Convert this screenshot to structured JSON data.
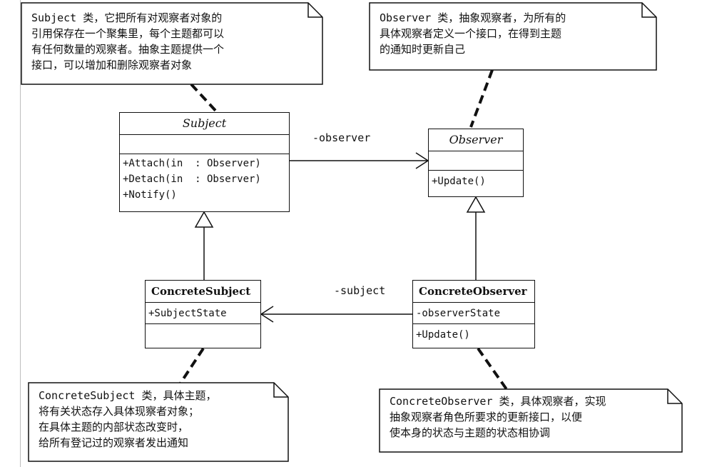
{
  "notes": {
    "subject_note": "Subject 类，它把所有对观察者对象的\n引用保存在一个聚集里，每个主题都可以\n有任何数量的观察者。抽象主题提供一个\n接口，可以增加和删除观察者对象",
    "observer_note": "Observer 类，抽象观察者，为所有的\n具体观察者定义一个接口，在得到主题\n的通知时更新自己",
    "concrete_subject_note": "ConcreteSubject 类，具体主题，\n将有关状态存入具体现察者对象；\n在具体主题的内部状态改变时，\n给所有登记过的观察者发出通知",
    "concrete_observer_note": "ConcreteObserver 类，具体观察者，实现\n抽象观察者角色所要求的更新接口，以便\n使本身的状态与主题的状态相协调"
  },
  "classes": {
    "subject": {
      "name": "Subject",
      "attributes": [],
      "operations": [
        "+Attach(in  : Observer)",
        "+Detach(in  : Observer)",
        "+Notify()"
      ]
    },
    "observer": {
      "name": "Observer",
      "attributes": [],
      "operations": [
        "+Update()"
      ]
    },
    "concrete_subject": {
      "name": "ConcreteSubject",
      "attributes": [
        "+SubjectState"
      ],
      "operations": []
    },
    "concrete_observer": {
      "name": "ConcreteObserver",
      "attributes": [
        "-observerState"
      ],
      "operations": [
        "+Update()"
      ]
    }
  },
  "associations": {
    "observer_role": "-observer",
    "subject_role": "-subject"
  }
}
